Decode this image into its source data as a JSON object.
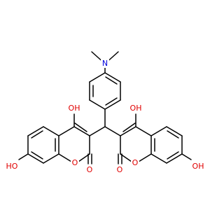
{
  "atoms": {
    "n_dimethylamino": "N",
    "oh_left_top": "OH",
    "oh_left_bottom": "HO",
    "o_left_ring": "O",
    "o_left_carbonyl": "O",
    "oh_right_top": "OH",
    "o_right_ring": "O",
    "o_right_carbonyl": "O",
    "oh_right_bottom": "OH"
  },
  "colors": {
    "bond": "#000000",
    "oxygen": "#e00000",
    "nitrogen": "#0000dd",
    "background": "#ffffff"
  }
}
